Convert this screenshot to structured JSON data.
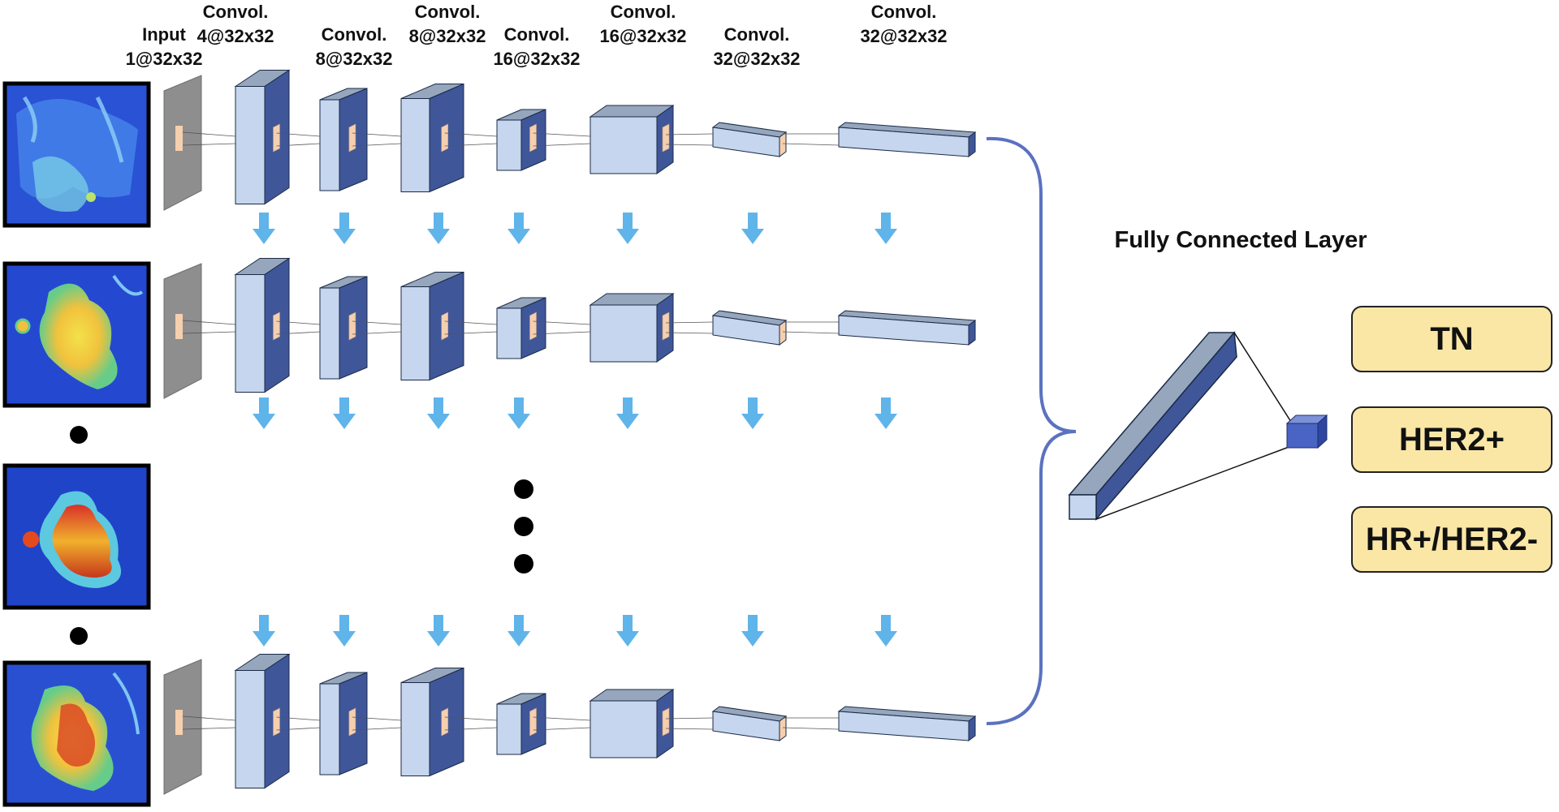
{
  "layers": [
    {
      "name": "Input",
      "size": "1@32x32"
    },
    {
      "name": "Convol.",
      "size": "4@32x32"
    },
    {
      "name": "Convol.",
      "size": "8@32x32"
    },
    {
      "name": "Convol.",
      "size": "8@32x32"
    },
    {
      "name": "Convol.",
      "size": "16@32x32"
    },
    {
      "name": "Convol.",
      "size": "16@32x32"
    },
    {
      "name": "Convol.",
      "size": "32@32x32"
    },
    {
      "name": "Convol.",
      "size": "32@32x32"
    }
  ],
  "fc_title": "Fully Connected Layer",
  "classes": [
    "TN",
    "HER2+",
    "HR+/HER2-"
  ],
  "colors": {
    "block_front": "#c5d6ee",
    "block_side": "#3f5799",
    "block_top": "#95a6bd",
    "kernel": "#f5cfae",
    "input_plane": "#8e8e8e",
    "arrow": "#5fb4ea",
    "brace": "#5b72c0",
    "class_fill": "#fae7a6",
    "output_cube": "#4a64c4"
  }
}
